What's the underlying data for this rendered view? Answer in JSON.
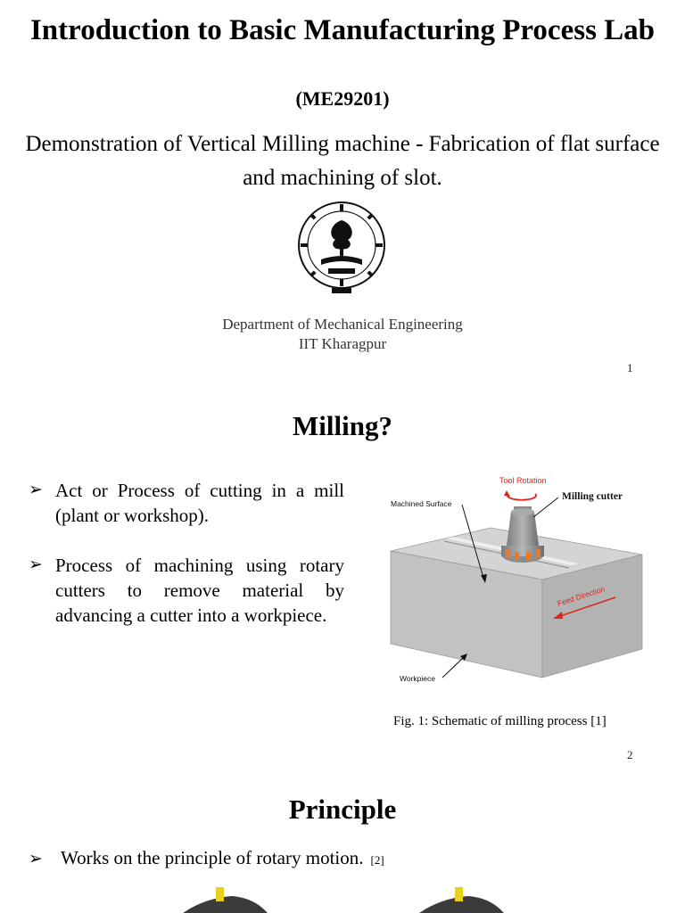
{
  "slide1": {
    "title": "Introduction to Basic Manufacturing Process Lab",
    "course_code": "(ME29201)",
    "subtitle": "Demonstration of Vertical Milling machine - Fabrication of flat surface and machining of slot.",
    "logo_icon": "iit-kharagpur-emblem-icon",
    "department": "Department of Mechanical Engineering",
    "institute": "IIT Kharagpur",
    "page_number": "1"
  },
  "slide2": {
    "title": "Milling?",
    "bullets": [
      "Act or Process of cutting in a mill (plant or workshop).",
      "Process of machining using rotary cutters to remove material by advancing a cutter into a workpiece."
    ],
    "figure": {
      "labels": {
        "tool_rotation": "Tool Rotation",
        "milling_cutter": "Milling cutter",
        "machined_surface": "Machined Surface",
        "feed_direction": "Feed Direction",
        "workpiece": "Workpiece"
      },
      "colors": {
        "accent": "#e0241b",
        "block": "#c9c9c9",
        "cutter": "#9a9a9a",
        "insert": "#e87a2a"
      }
    },
    "caption": "Fig. 1: Schematic of milling process [1]",
    "page_number": "2"
  },
  "slide3": {
    "title": "Principle",
    "bullet": "Works on the principle of rotary motion.",
    "reference": "[2]"
  }
}
